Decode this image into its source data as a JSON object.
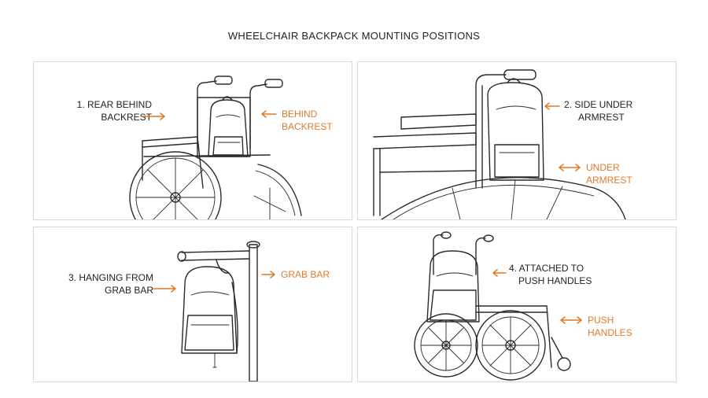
{
  "title": "WHEELCHAIR BACKPACK MOUNTING POSITIONS",
  "accent_color": "#e07a2a",
  "panels": [
    {
      "label_line1": "1. REAR BEHIND",
      "label_line2": "BACKREST",
      "tag_line1": "BEHIND",
      "tag_line2": "BACKREST"
    },
    {
      "label_line1": "2. SIDE UNDER",
      "label_line2": "ARMREST",
      "tag_line1": "UNDER",
      "tag_line2": "ARMREST"
    },
    {
      "label_line1": "3. HANGING FROM",
      "label_line2": "GRAB BAR",
      "tag_line1": "GRAB BAR",
      "tag_line2": ""
    },
    {
      "label_line1": "4. ATTACHED TO",
      "label_line2": "PUSH HANDLES",
      "tag_line1": "PUSH",
      "tag_line2": "HANDLES"
    }
  ]
}
